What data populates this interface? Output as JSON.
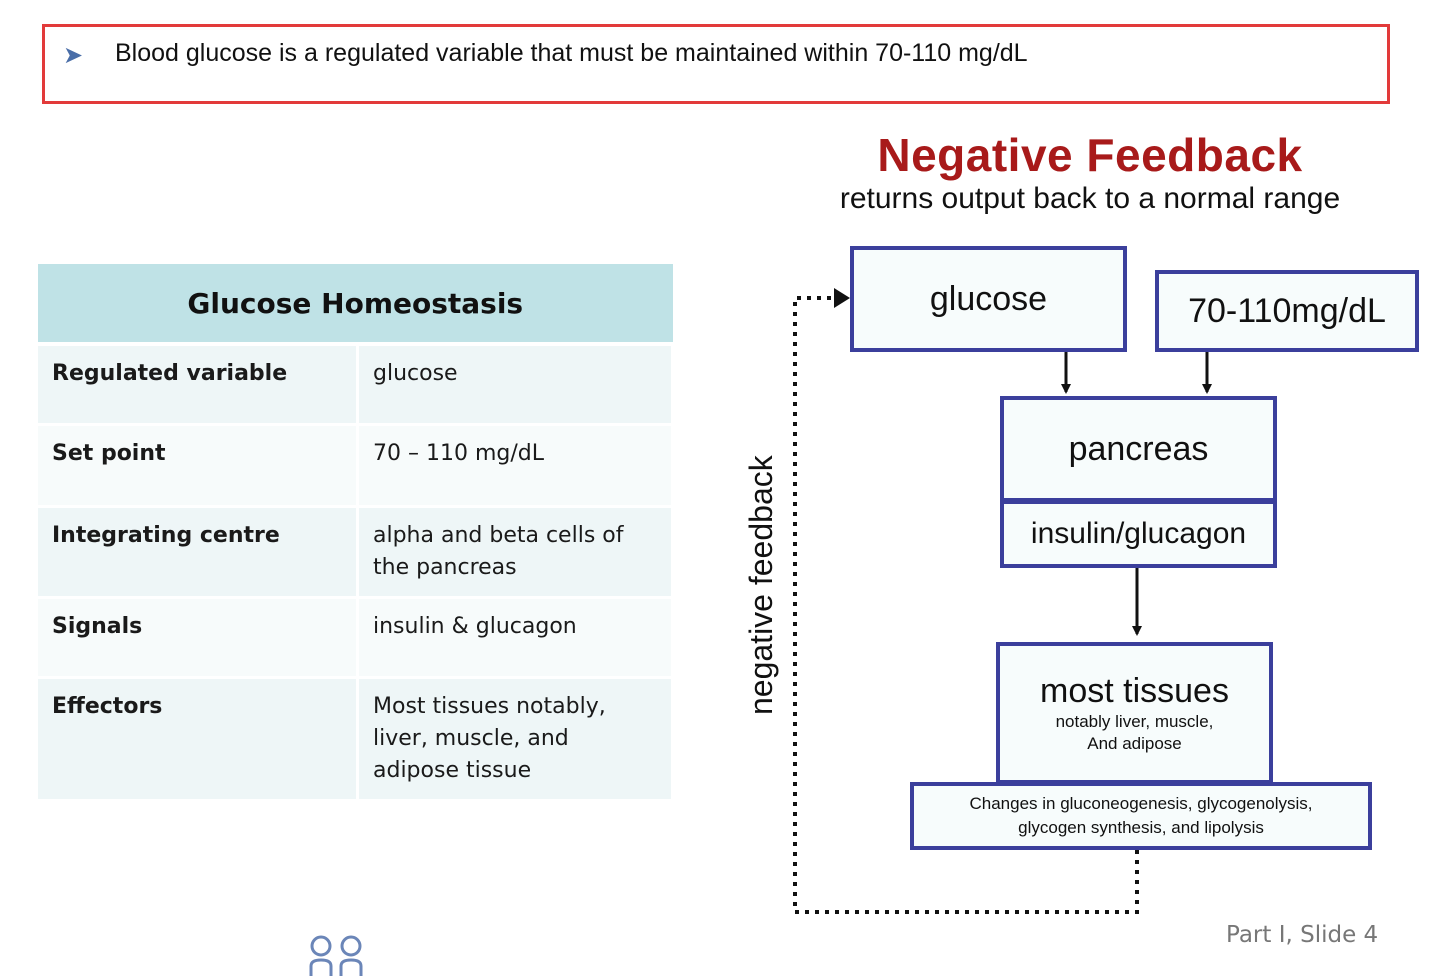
{
  "banner": {
    "text": "Blood glucose is a regulated variable that must be maintained within 70-110 mg/dL",
    "bullet_icon": "chevron-right-icon"
  },
  "diagram": {
    "title": "Negative Feedback",
    "subtitle": "returns output back to a normal range",
    "nodes": {
      "glucose": "glucose",
      "setpoint": "70-110mg/dL",
      "pancreas": "pancreas",
      "hormones": "insulin/glucagon",
      "tissues_title": "most tissues",
      "tissues_note_1": "notably liver, muscle,",
      "tissues_note_2": "And adipose",
      "changes_1": "Changes in gluconeogenesis, glycogenolysis,",
      "changes_2": "glycogen synthesis, and lipolysis"
    },
    "feedback_label": "negative feedback"
  },
  "table": {
    "title": "Glucose Homeostasis",
    "rows": [
      {
        "key": "Regulated variable",
        "value": "glucose"
      },
      {
        "key": "Set point",
        "value": "70 – 110 mg/dL"
      },
      {
        "key": "Integrating centre",
        "value": "alpha and beta cells of the pancreas"
      },
      {
        "key": "Signals",
        "value": "insulin & glucagon"
      },
      {
        "key": "Effectors",
        "value": "Most tissues notably, liver, muscle, and adipose tissue"
      }
    ]
  },
  "footer": {
    "slide_label": "Part I, Slide 4",
    "icon": "people-icon"
  },
  "colors": {
    "banner_border": "#e23a3a",
    "title": "#a81a1a",
    "box_border": "#3b3f9c",
    "table_header": "#bfe2e6"
  }
}
